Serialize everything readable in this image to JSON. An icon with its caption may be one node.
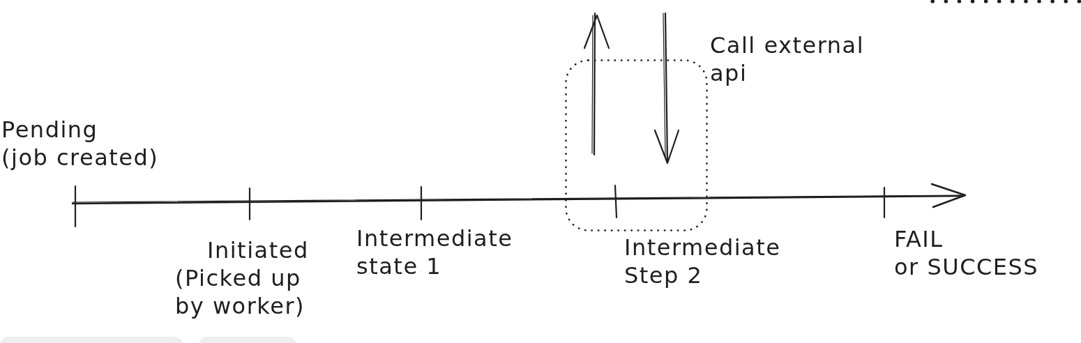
{
  "diagram": {
    "nodes": [
      {
        "text": [],
        "shape": "box",
        "beside": [
          "Call external api"
        ]
      }
    ],
    "labels": [
      "Pending (job created)",
      "Initiated (Picked up by worker)",
      "Intermediate state 1",
      "Intermediate Step 2",
      "FAIL or SUCCESS"
    ]
  }
}
